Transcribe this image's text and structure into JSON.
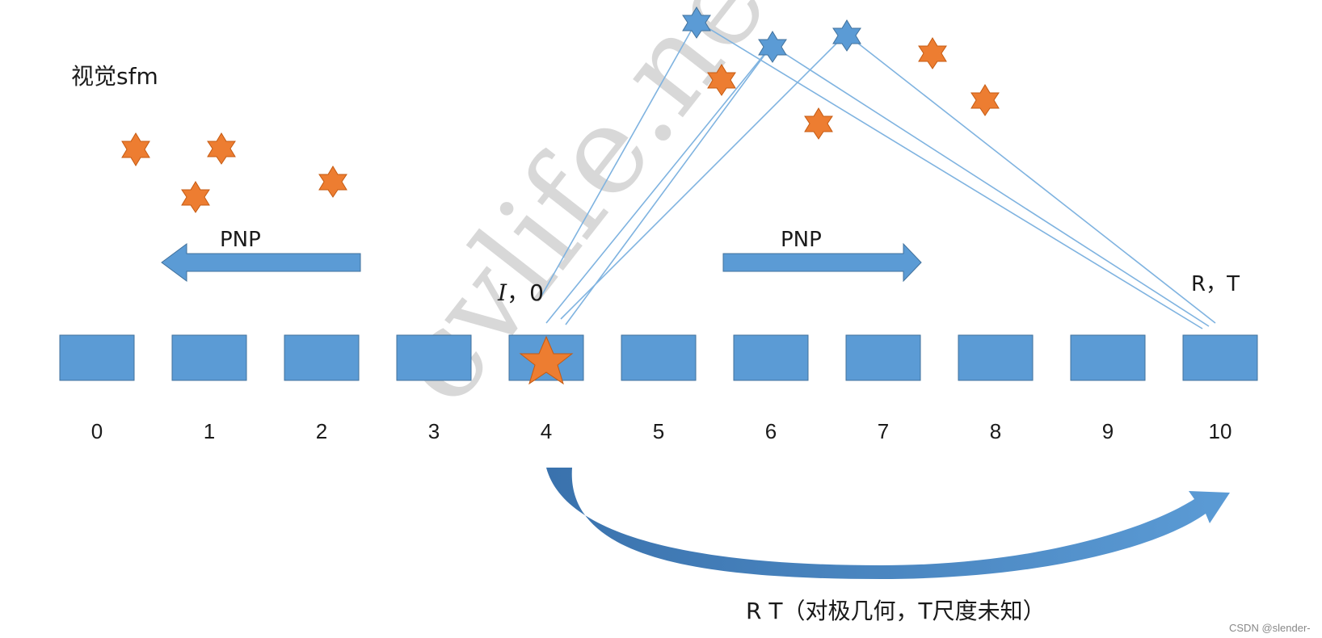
{
  "title": "视觉sfm",
  "frames": [
    "0",
    "1",
    "2",
    "3",
    "4",
    "5",
    "6",
    "7",
    "8",
    "9",
    "10"
  ],
  "pnp_left_label": "PNP",
  "pnp_right_label": "PNP",
  "pose_ref_label_italic": "I",
  "pose_ref_label_rest": "，0",
  "pose_target_label": "R，T",
  "epipolar_label": "R T（对极几何，T尺度未知）",
  "watermark": "cvlife.net",
  "credit": "CSDN @slender-",
  "colors": {
    "frame_fill": "#5b9bd5",
    "frame_stroke": "#41719c",
    "landmark_orange": "#ed7d31",
    "landmark_blue": "#5b9bd5",
    "ray_line": "#7fb3e0",
    "arrow_dark": "#3a72ad",
    "watermark": "#c8c8c8"
  }
}
